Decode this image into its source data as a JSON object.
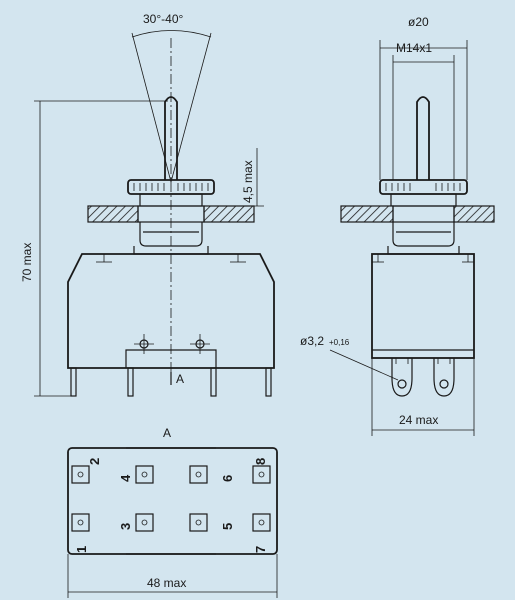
{
  "diagram": {
    "background": "#d3e5ef",
    "stroke": "#1a1a1a",
    "dimensions": {
      "angle": "30°-40°",
      "height_total": "70 max",
      "bushing_height": "4,5 max",
      "outer_diameter": "ø20",
      "thread": "M14x1",
      "hole_diameter": "ø3,2",
      "hole_tolerance": "+0,16",
      "width_side": "24 max",
      "width_bottom": "48 max"
    },
    "view_labels": {
      "section_marker": "A",
      "bottom_view_title": "A"
    },
    "terminal_numbers": [
      "1",
      "2",
      "3",
      "4",
      "5",
      "6",
      "7",
      "8"
    ]
  }
}
